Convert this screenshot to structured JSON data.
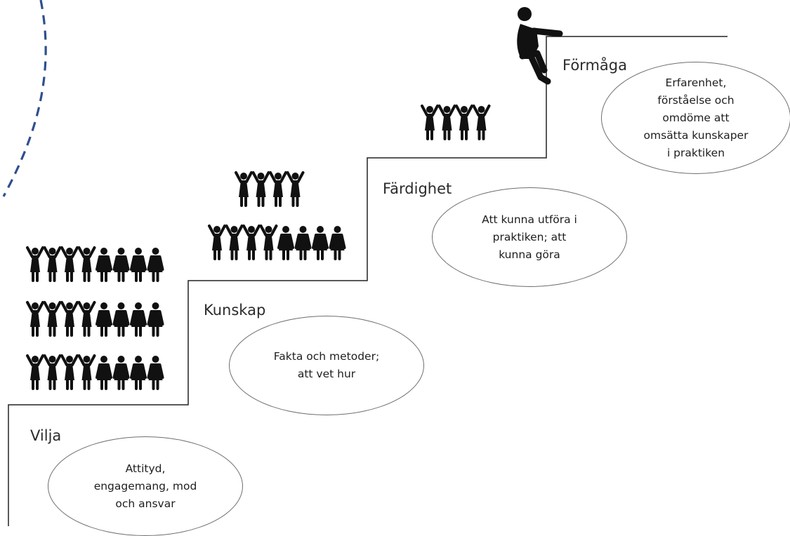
{
  "steps": [
    {
      "id": "vilja",
      "title": "Vilja",
      "description": [
        "Attityd,",
        "engagemang, mod",
        "och ansvar"
      ]
    },
    {
      "id": "kunskap",
      "title": "Kunskap",
      "description": [
        "Fakta och metoder;",
        "att vet hur"
      ]
    },
    {
      "id": "fardighet",
      "title": "Färdighet",
      "description": [
        "Att kunna utföra i",
        "praktiken; att",
        "kunna göra"
      ]
    },
    {
      "id": "formaga",
      "title": "Förmåga",
      "description": [
        "Erfarenhet,",
        "förståelse och",
        "omdöme att",
        "omsätta kunskaper",
        "i praktiken"
      ]
    }
  ],
  "crowds": {
    "vilja": {
      "people": 24,
      "rows": 3
    },
    "kunskap": {
      "people": 12,
      "rows": 2
    },
    "fardighet": {
      "people": 4,
      "rows": 1
    },
    "formaga": {
      "people": 1,
      "rows": 1
    }
  },
  "colors": {
    "stairs": "#222222",
    "figure": "#111111",
    "dashed_curve": "#2f4f8f",
    "bubble_border": "#6e6e6e"
  }
}
